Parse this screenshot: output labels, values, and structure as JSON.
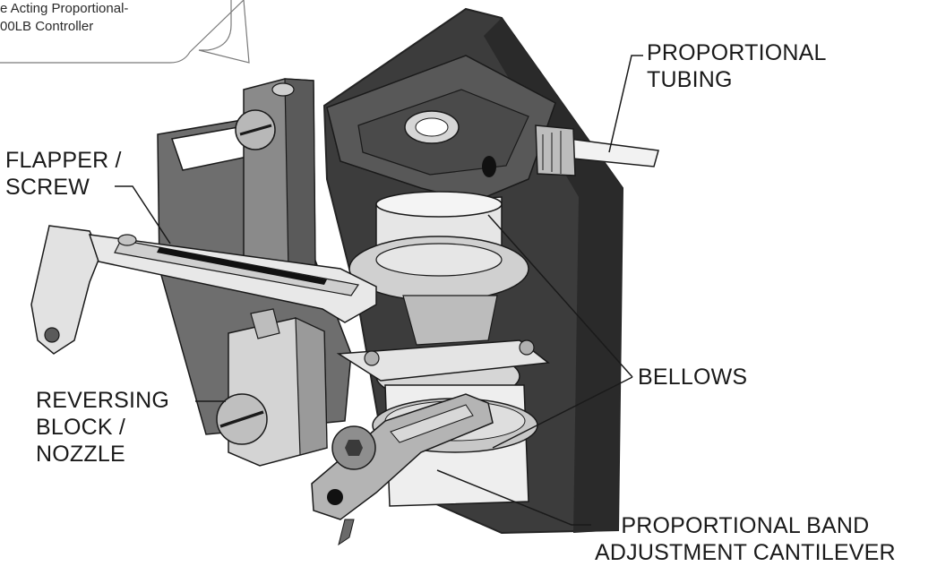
{
  "callout": {
    "text": "e Acting Proportional-\n00LB Controller"
  },
  "labels": {
    "proportional_tubing": "PROPORTIONAL\nTUBING",
    "flapper_screw": "FLAPPER /\nSCREW",
    "bellows": "BELLOWS",
    "reversing_block_nozzle": "REVERSING\nBLOCK /\nNOZZLE",
    "proportional_band_cantilever": "PROPORTIONAL BAND\nADJUSTMENT CANTILEVER"
  },
  "colors": {
    "bracket_dark": "#3c3c3c",
    "bracket_edge": "#242424",
    "metal_light": "#d6d6d6",
    "metal_mid": "#a9a9a9",
    "line": "#1a1a1a"
  }
}
